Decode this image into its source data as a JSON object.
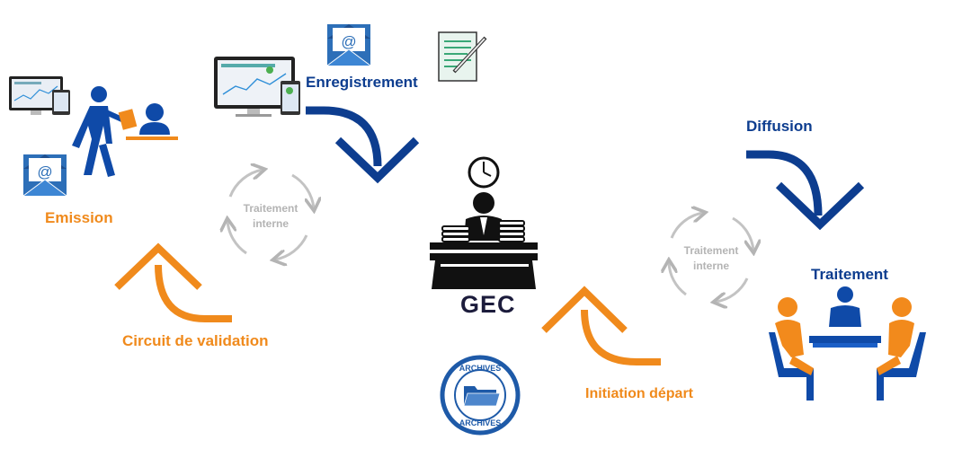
{
  "labels": {
    "enregistrement": "Enregistrement",
    "emission": "Emission",
    "diffusion": "Diffusion",
    "traitement": "Traitement",
    "gec": "GEC",
    "circuit_validation": "Circuit de validation",
    "initiation_depart": "Initiation départ",
    "traitement_interne_left": "Traitement interne",
    "traitement_interne_right": "Traitement interne",
    "archives_top": "ARCHIVES",
    "archives_bottom": "ARCHIVES",
    "email_symbol": "@"
  },
  "colors": {
    "blue": "#0d3d8f",
    "orange": "#f08a1c",
    "grey": "#b4b4b4",
    "person_blue": "#0f4aa8",
    "person_orange": "#f28a1c"
  },
  "icons": [
    "email-icon",
    "document-pen-icon",
    "computer-devices-icon",
    "person-walking-icon",
    "clock-icon",
    "desk-worker-icon",
    "archives-seal-icon",
    "meeting-table-icon"
  ]
}
